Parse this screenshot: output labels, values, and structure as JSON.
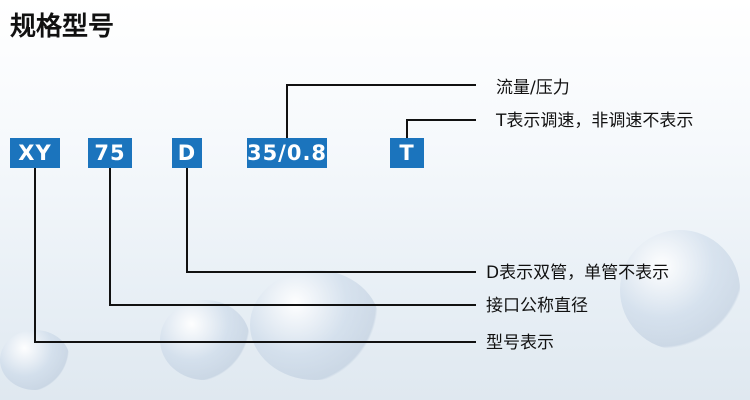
{
  "title": "规格型号",
  "codes": {
    "xy": "XY",
    "size": "75",
    "d": "D",
    "flow": "35/0.8",
    "t": "T"
  },
  "labels": {
    "flow_pressure": "流量/压力",
    "t_meaning": "T表示调速，非调速不表示",
    "d_meaning": "D表示双管，单管不表示",
    "diameter": "接口公称直径",
    "model": "型号表示"
  },
  "colors": {
    "code_box": "#1b74bd",
    "line": "#111111"
  }
}
